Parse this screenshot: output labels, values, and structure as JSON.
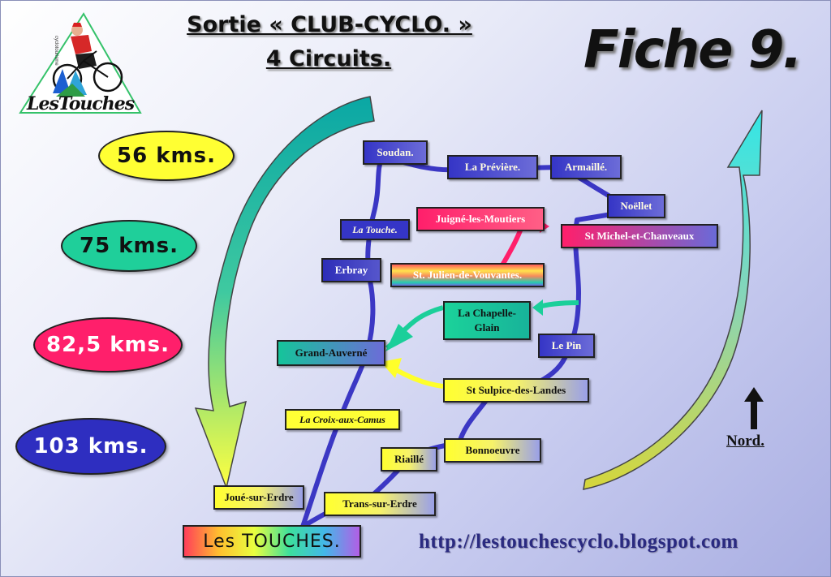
{
  "header": {
    "title_line1": "Sortie « CLUB-CYCLO. »",
    "title_line2": "4 Circuits.",
    "sheet": "Fiche 9."
  },
  "logo": {
    "text": "LesTouches",
    "small_text": "cyclotourisme"
  },
  "distances": [
    {
      "label": "56 kms.",
      "color": "#ffff33"
    },
    {
      "label": "75 kms.",
      "color": "#1fcf9a"
    },
    {
      "label": "82,5 kms.",
      "color": "#ff1f6b"
    },
    {
      "label": "103 kms.",
      "color": "#2e2ec0"
    }
  ],
  "towns": {
    "soudan": "Soudan.",
    "la_previere": "La Prévière.",
    "armaille": "Armaillé.",
    "noellet": "Noëllet",
    "juigne": "Juigné-les-Moutiers",
    "st_michel": "St Michel-et-Chanveaux",
    "la_touche": "La Touche.",
    "erbray": "Erbray",
    "st_julien": "St. Julien-de-Vouvantes.",
    "la_chapelle": "La Chapelle-Glain",
    "le_pin": "Le Pin",
    "grand_auverne": "Grand-Auverné",
    "st_sulpice": "St Sulpice-des-Landes",
    "croix_aux_camus": "La Croix-aux-Camus",
    "bonnoeuvre": "Bonnoeuvre",
    "riaille": "Riaillé",
    "joue_sur_erdre": "Joué-sur-Erdre",
    "trans_sur_erdre": "Trans-sur-Erdre",
    "les_touches": "Les TOUCHES."
  },
  "compass": {
    "label": "Nord."
  },
  "footer": {
    "url": "http://lestouchescyclo.blogspot.com"
  },
  "colors": {
    "route_main": "#3b37c4",
    "route_pink": "#ff1f6b",
    "route_teal": "#1bcf9a",
    "route_yellow": "#ffff2a"
  }
}
